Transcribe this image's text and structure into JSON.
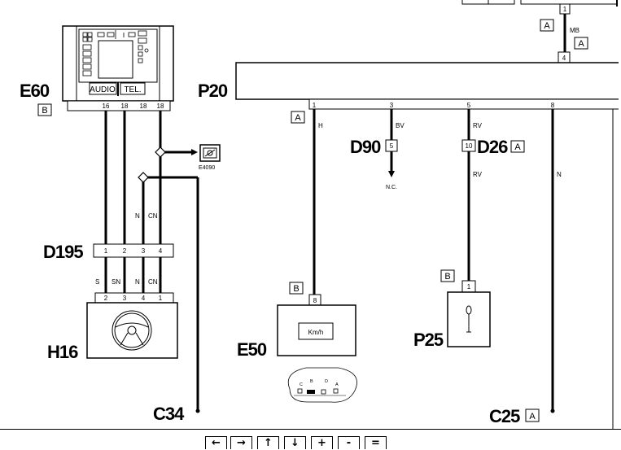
{
  "components": {
    "e60": {
      "name": "E60",
      "tag": "B",
      "pins": [
        "16",
        "18",
        "18",
        "18"
      ],
      "audio_label": "AUDIO",
      "tel_label": "TEL."
    },
    "p20": {
      "name": "P20",
      "pins": [
        "1",
        "3",
        "5",
        "8"
      ],
      "top_pin": "4"
    },
    "d90": {
      "name": "D90",
      "pin": "5",
      "nc": "N.C."
    },
    "d26": {
      "name": "D26",
      "tag": "A",
      "pin": "10"
    },
    "d195": {
      "name": "D195",
      "pins": [
        "1",
        "2",
        "3",
        "4"
      ]
    },
    "h16": {
      "name": "H16",
      "pins": [
        "2",
        "3",
        "4",
        "1"
      ]
    },
    "e50": {
      "name": "E50",
      "tag": "B",
      "pin": "8",
      "display": "Km/h"
    },
    "p25": {
      "name": "P25",
      "tag": "B",
      "pin": "1"
    },
    "c34": {
      "name": "C34"
    },
    "c25": {
      "name": "C25",
      "tag": "A"
    },
    "e4090": {
      "name": "E4090"
    },
    "top_connector": {
      "pin": "1",
      "wire": "MB",
      "tag_left": "A",
      "tag_right": "A"
    }
  },
  "wires": {
    "h": "H",
    "bv": "BV",
    "rv_top": "RV",
    "rv_bottom": "RV",
    "n_right": "N",
    "n_mid": "N",
    "cn_mid": "CN",
    "h16_s": "S",
    "h16_sn": "SN",
    "h16_n": "N",
    "h16_cn": "CN"
  },
  "tags": {
    "p20_pin1": "A"
  },
  "gauge_pins": [
    "C",
    "B",
    "D",
    "A"
  ],
  "nav": [
    "←",
    "→",
    "↑",
    "↓",
    "+",
    "-",
    "="
  ]
}
